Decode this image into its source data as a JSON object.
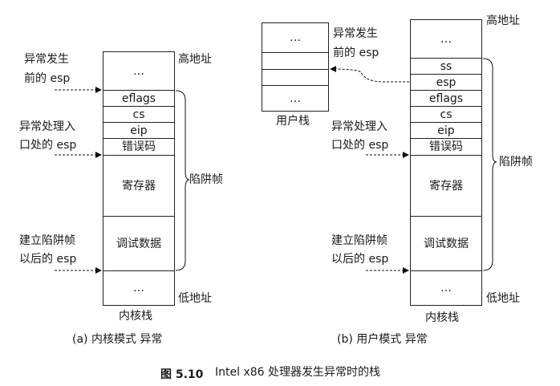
{
  "left": {
    "high_addr": "高地址",
    "low_addr": "低地址",
    "stack_label": "内核栈",
    "caption": "(a) 内核模式 异常",
    "bracket_label": "陷阱帧",
    "pointer_before": [
      "异常发生",
      "前的 esp"
    ],
    "pointer_entry": [
      "异常处理入",
      "口处的 esp"
    ],
    "pointer_after": [
      "建立陷阱帧",
      "以后的 esp"
    ],
    "cells": [
      "…",
      "eflags",
      "cs",
      "eip",
      "错误码",
      "寄存器",
      "调试数据",
      "…"
    ]
  },
  "right": {
    "high_addr": "高地址",
    "low_addr": "低地址",
    "stack_label": "内核栈",
    "caption": "(b) 用户模式 异常",
    "bracket_label": "陷阱帧",
    "pointer_entry": [
      "异常处理入",
      "口处的 esp"
    ],
    "pointer_after": [
      "建立陷阱帧",
      "以后的 esp"
    ],
    "cells": [
      "…",
      "ss",
      "esp",
      "eflags",
      "cs",
      "eip",
      "错误码",
      "寄存器",
      "调试数据",
      "…"
    ]
  },
  "user_stack": {
    "label": "用户栈",
    "pointer_before": [
      "异常发生",
      "前的 esp"
    ],
    "cells": [
      "…",
      "",
      "",
      "…"
    ]
  },
  "figure": {
    "number": "图 5.10",
    "title": "Intel x86 处理器发生异常时的栈"
  }
}
